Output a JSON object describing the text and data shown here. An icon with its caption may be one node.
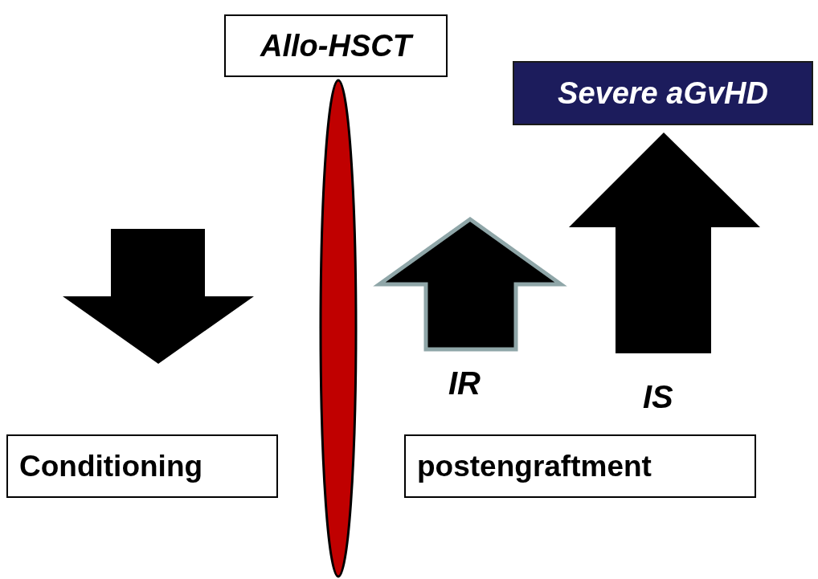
{
  "diagram": {
    "nodes": [
      {
        "text": [
          "Allo-HSCT"
        ]
      },
      {
        "text": [
          "Severe aGvHD"
        ]
      },
      {
        "text": [
          "Conditioning"
        ]
      },
      {
        "text": [
          "postengraftment"
        ]
      }
    ],
    "labels": [
      "IR",
      "IS"
    ]
  }
}
